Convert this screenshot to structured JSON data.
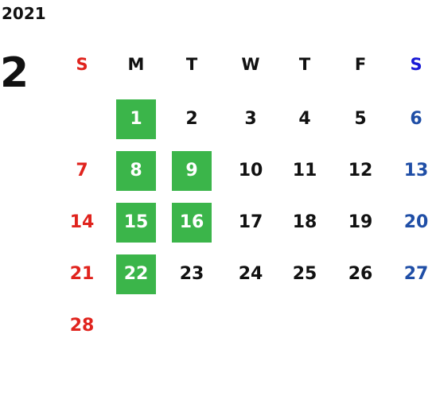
{
  "year": "2021",
  "month": "2",
  "weekdays": [
    {
      "label": "S",
      "color": "#e0231d"
    },
    {
      "label": "M",
      "color": "#111111"
    },
    {
      "label": "T",
      "color": "#111111"
    },
    {
      "label": "W",
      "color": "#111111"
    },
    {
      "label": "T",
      "color": "#111111"
    },
    {
      "label": "F",
      "color": "#111111"
    },
    {
      "label": "S",
      "color": "#1a1ad6"
    }
  ],
  "colors": {
    "sunday": "#e0231d",
    "saturday": "#1f4ea6",
    "weekday": "#111111",
    "highlight_bg": "#3bb54a",
    "highlight_text": "#ffffff"
  },
  "first_weekday_index": 1,
  "days_in_month": 28,
  "highlighted_days": [
    1,
    8,
    9,
    15,
    16,
    22
  ]
}
